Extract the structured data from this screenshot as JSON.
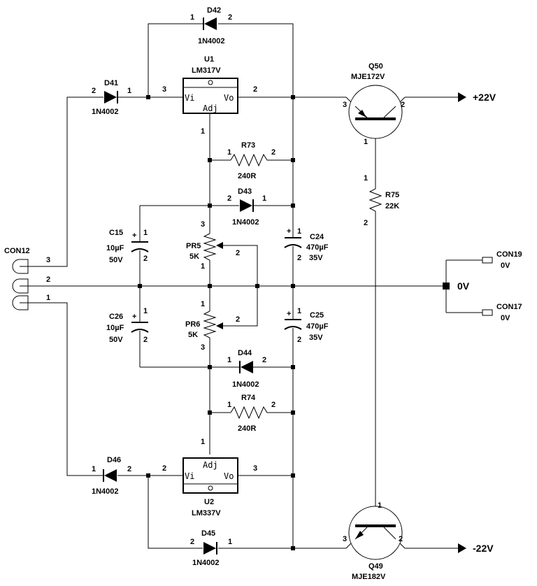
{
  "components": {
    "d42": {
      "ref": "D42",
      "value": "1N4002",
      "p1": "1",
      "p2": "2"
    },
    "d41": {
      "ref": "D41",
      "value": "1N4002",
      "p1": "1",
      "p2": "2"
    },
    "d43": {
      "ref": "D43",
      "value": "1N4002",
      "p1": "1",
      "p2": "2"
    },
    "d44": {
      "ref": "D44",
      "value": "1N4002",
      "p1": "1",
      "p2": "2"
    },
    "d46": {
      "ref": "D46",
      "value": "1N4002",
      "p1": "1",
      "p2": "2"
    },
    "d45": {
      "ref": "D45",
      "value": "1N4002",
      "p1": "1",
      "p2": "2"
    },
    "u1": {
      "ref": "U1",
      "value": "LM317V",
      "vi": "Vi",
      "vo": "Vo",
      "adj": "Adj",
      "pin_vi": "3",
      "pin_vo": "2",
      "pin_adj": "1"
    },
    "u2": {
      "ref": "U2",
      "value": "LM337V",
      "vi": "Vi",
      "vo": "Vo",
      "adj": "Adj",
      "pin_vi": "2",
      "pin_vo": "3",
      "pin_adj": "1"
    },
    "q50": {
      "ref": "Q50",
      "value": "MJE172V",
      "pin_e": "3",
      "pin_c": "2",
      "pin_b": "1"
    },
    "q49": {
      "ref": "Q49",
      "value": "MJE182V",
      "pin_e": "3",
      "pin_c": "2",
      "pin_b": "1"
    },
    "r73": {
      "ref": "R73",
      "value": "240R",
      "p1": "1",
      "p2": "2"
    },
    "r74": {
      "ref": "R74",
      "value": "240R",
      "p1": "1",
      "p2": "2"
    },
    "r75": {
      "ref": "R75",
      "value": "22K",
      "p1": "1",
      "p2": "2"
    },
    "pr5": {
      "ref": "PR5",
      "value": "5K",
      "p3": "3",
      "p1": "1",
      "p2": "2"
    },
    "pr6": {
      "ref": "PR6",
      "value": "5K",
      "p1": "1",
      "p3": "3",
      "p2": "2"
    },
    "c15": {
      "ref": "C15",
      "value": "10µF",
      "voltage": "50V",
      "p1": "1",
      "p2": "2",
      "plus": "+"
    },
    "c26": {
      "ref": "C26",
      "value": "10µF",
      "voltage": "50V",
      "p1": "1",
      "p2": "2",
      "plus": "+"
    },
    "c24": {
      "ref": "C24",
      "value": "470µF",
      "voltage": "35V",
      "p1": "1",
      "p2": "2",
      "plus": "+"
    },
    "c25": {
      "ref": "C25",
      "value": "470µF",
      "voltage": "35V",
      "p1": "1",
      "p2": "2",
      "plus": "+"
    },
    "con12": {
      "ref": "CON12",
      "p3": "3",
      "p2": "2",
      "p1": "1"
    },
    "con19": {
      "ref": "CON19",
      "value": "0V"
    },
    "con17": {
      "ref": "CON17",
      "value": "0V"
    }
  },
  "nets": {
    "pos": "+22V",
    "neg": "-22V",
    "gnd": "0V"
  }
}
